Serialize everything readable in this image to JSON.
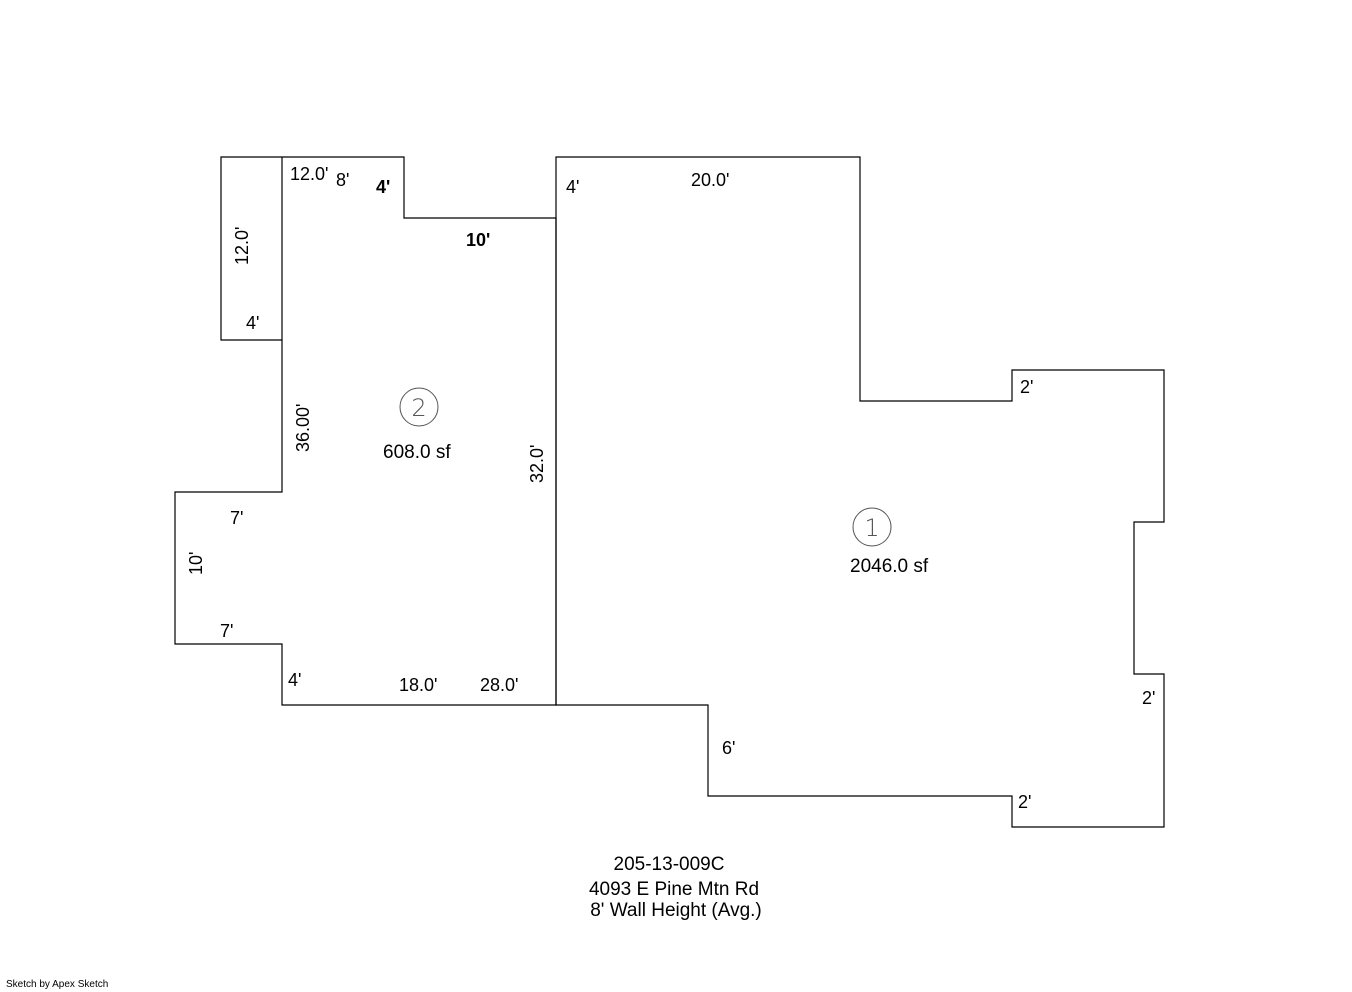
{
  "areas": [
    {
      "id": "1",
      "label": "2046.0 sf"
    },
    {
      "id": "2",
      "label": "608.0 sf"
    }
  ],
  "dimensions": {
    "left_wing_top": "12.0'",
    "left_wing_side": "12.0'",
    "left_wing_bottom": "4'",
    "top_8": "8'",
    "top_4": "4'",
    "notch_10": "10'",
    "area2_left": "36.00'",
    "area2_right": "32.0'",
    "bump_top": "7'",
    "bump_side": "10'",
    "bump_bottom": "7'",
    "bottom_4": "4'",
    "bottom_18": "18.0'",
    "bottom_28": "28.0'",
    "area1_left_top": "4'",
    "area1_top": "20.0'",
    "area1_right_step": "2'",
    "area1_right_lower": "2'",
    "area1_step_6": "6'",
    "area1_bottom_step": "2'"
  },
  "caption": {
    "parcel": "205-13-009C",
    "address": "4093 E Pine Mtn Rd",
    "wall_height": "8' Wall Height (Avg.)"
  },
  "credit": "Sketch by Apex Sketch"
}
